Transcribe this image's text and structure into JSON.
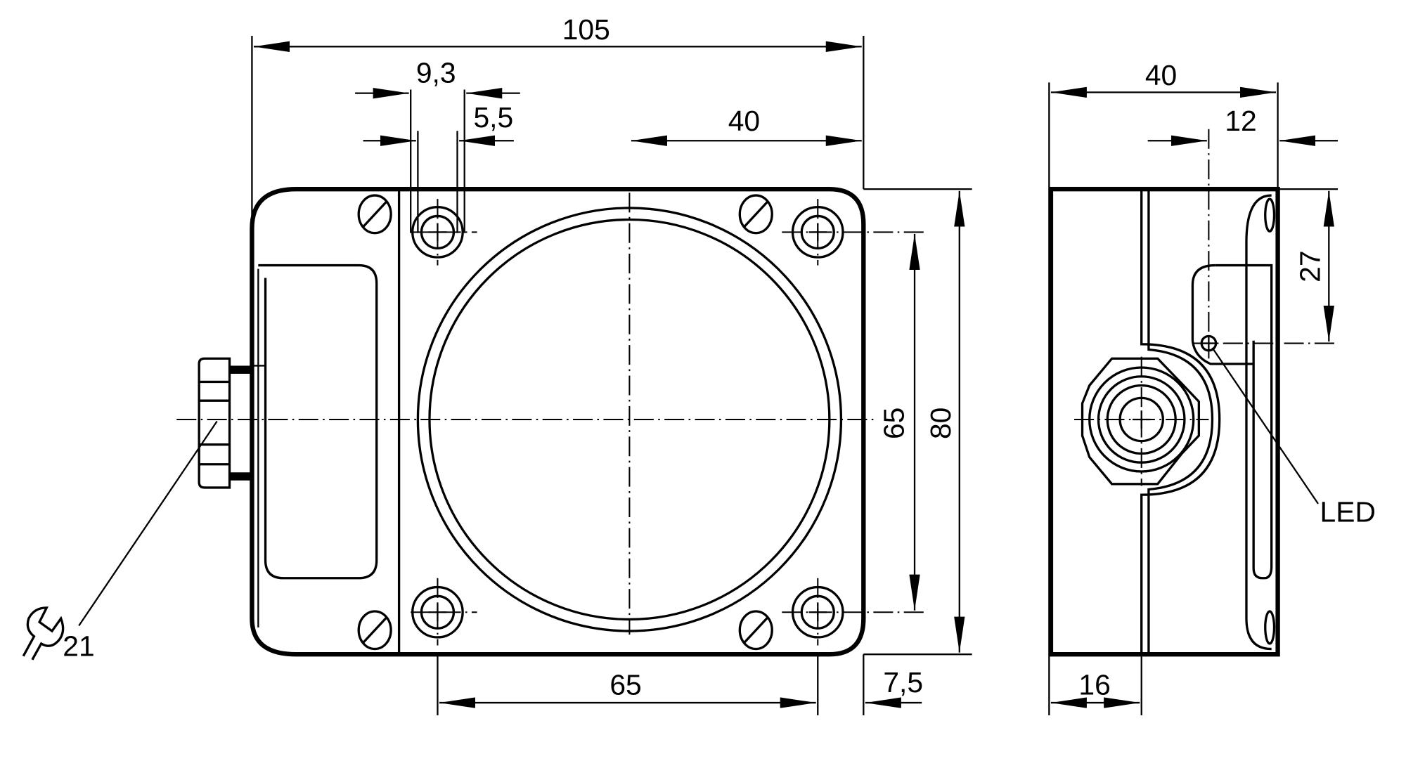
{
  "drawing": {
    "type": "technical dimension drawing",
    "views": [
      "front view",
      "side view"
    ],
    "units": "mm"
  },
  "front_view": {
    "dimensions": {
      "overall_width": "105",
      "hole_counterbore": "9,3",
      "hole_diameter": "5,5",
      "center_to_edge": "40",
      "hole_spacing_vertical": "65",
      "overall_height": "80",
      "hole_spacing_horizontal": "65",
      "hole_to_edge": "7,5"
    },
    "connector": {
      "wrench_size": "21",
      "wrench_icon": "wrench-icon"
    }
  },
  "side_view": {
    "dimensions": {
      "overall_depth": "40",
      "led_offset": "12",
      "led_height": "27",
      "base_thickness": "16"
    },
    "labels": {
      "led": "LED"
    }
  },
  "colors": {
    "line": "#000000",
    "background": "#ffffff"
  }
}
